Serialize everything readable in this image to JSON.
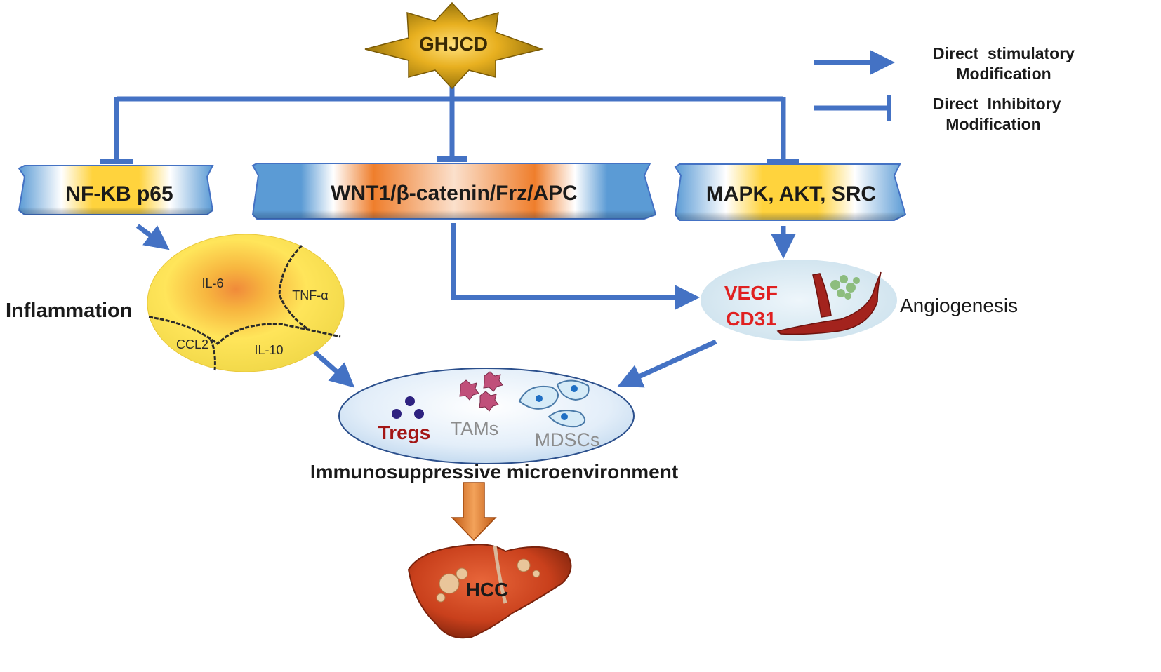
{
  "diagram": {
    "center_node": "GHJCD",
    "pathways": {
      "nfkb": "NF-KB p65",
      "wnt": "WNT1/β-catenin/Frz/APC",
      "mapk": "MAPK, AKT, SRC"
    },
    "inflammation": {
      "label": "Inflammation",
      "cytokines": {
        "il6": "IL-6",
        "tnf": "TNF-α",
        "ccl2": "CCL2",
        "il10": "IL-10"
      }
    },
    "angiogenesis": {
      "label": "Angiogenesis",
      "marker_1": "VEGF",
      "marker_2": "CD31"
    },
    "immune": {
      "tregs": "Tregs",
      "tams": "TAMs",
      "mdscs": "MDSCs",
      "label": "Immunosuppressive microenvironment"
    },
    "outcome": "HCC",
    "legend": {
      "stimulatory_line1": "Direct  stimulatory",
      "stimulatory_line2": "Modification",
      "inhibitory_line1": "Direct  Inhibitory",
      "inhibitory_line2": "Modification"
    },
    "colors": {
      "arrow_blue": "#4472c4",
      "box_blue": "#5b9bd5",
      "box_yellow": "#ffd33d",
      "box_orange": "#ef7e2c",
      "star_gold": "#c89a10",
      "marker_red": "#e02020",
      "tregs_red": "#a31515",
      "gray_text": "#8c8c8c",
      "hcc_arrow": "#e07b2a"
    }
  }
}
